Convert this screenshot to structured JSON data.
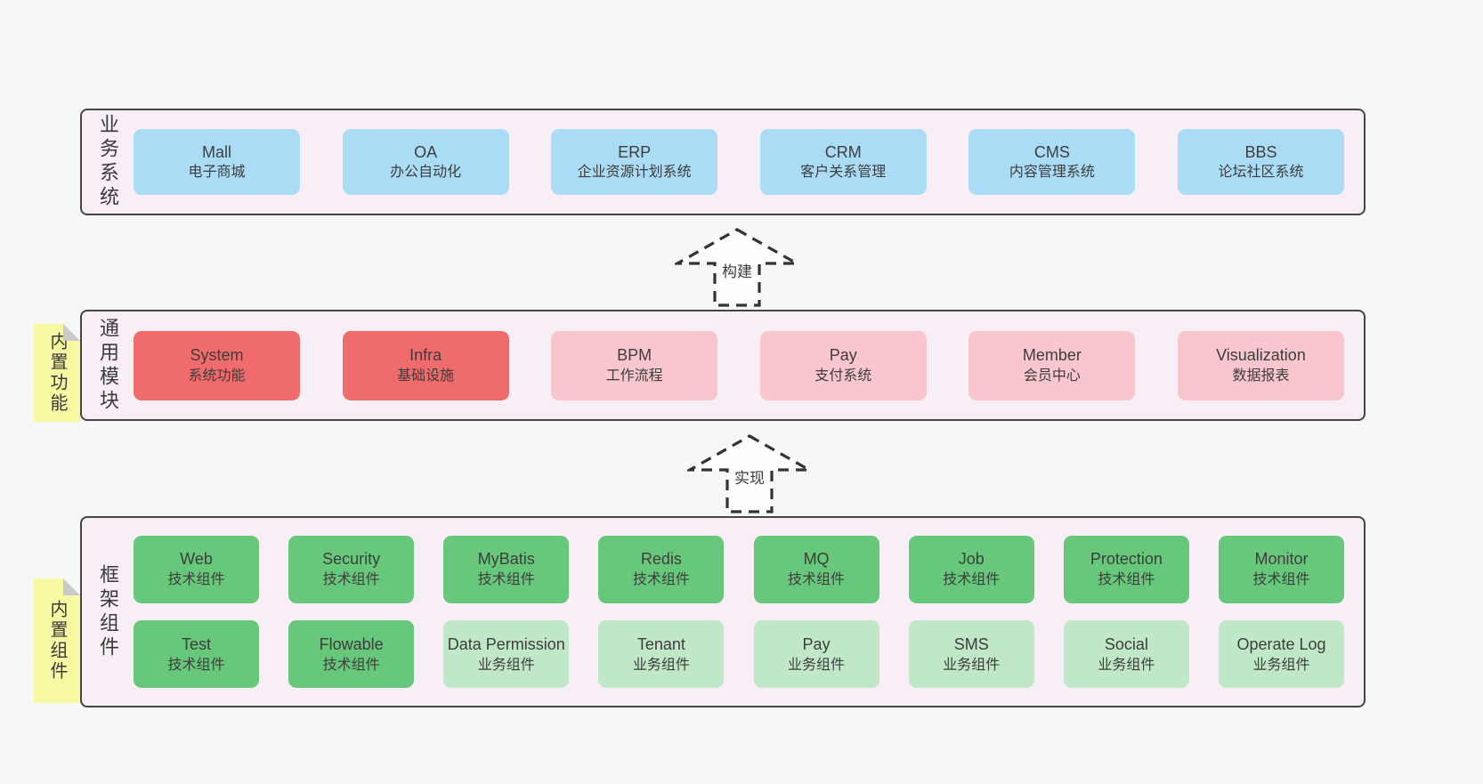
{
  "colors": {
    "page_bg": "#f7f7f7",
    "band_bg": "#f8eef6",
    "band_border": "#454545",
    "blue": "#abdcf5",
    "red": "#f06b6b",
    "pink": "#f9c6ce",
    "green": "#67c87b",
    "green_light": "#c1e7c9",
    "sticky_yellow": "#f8f9a3",
    "text": "#3d3d3d"
  },
  "business": {
    "label": "业务系统",
    "boxes": [
      {
        "name": "Mall",
        "desc": "电子商城"
      },
      {
        "name": "OA",
        "desc": "办公自动化"
      },
      {
        "name": "ERP",
        "desc": "企业资源计划系统"
      },
      {
        "name": "CRM",
        "desc": "客户关系管理"
      },
      {
        "name": "CMS",
        "desc": "内容管理系统"
      },
      {
        "name": "BBS",
        "desc": "论坛社区系统"
      }
    ]
  },
  "arrow_build": {
    "label": "构建"
  },
  "modules": {
    "sticky": "内置功能",
    "label": "通用模块",
    "boxes": [
      {
        "name": "System",
        "desc": "系统功能",
        "variant": "red"
      },
      {
        "name": "Infra",
        "desc": "基础设施",
        "variant": "red"
      },
      {
        "name": "BPM",
        "desc": "工作流程",
        "variant": "pink"
      },
      {
        "name": "Pay",
        "desc": "支付系统",
        "variant": "pink"
      },
      {
        "name": "Member",
        "desc": "会员中心",
        "variant": "pink"
      },
      {
        "name": "Visualization",
        "desc": "数据报表",
        "variant": "pink"
      }
    ]
  },
  "arrow_implement": {
    "label": "实现"
  },
  "components": {
    "sticky": "内置组件",
    "label": "框架组件",
    "row1": [
      {
        "name": "Web",
        "desc": "技术组件",
        "variant": "green"
      },
      {
        "name": "Security",
        "desc": "技术组件",
        "variant": "green"
      },
      {
        "name": "MyBatis",
        "desc": "技术组件",
        "variant": "green"
      },
      {
        "name": "Redis",
        "desc": "技术组件",
        "variant": "green"
      },
      {
        "name": "MQ",
        "desc": "技术组件",
        "variant": "green"
      },
      {
        "name": "Job",
        "desc": "技术组件",
        "variant": "green"
      },
      {
        "name": "Protection",
        "desc": "技术组件",
        "variant": "green"
      },
      {
        "name": "Monitor",
        "desc": "技术组件",
        "variant": "green"
      }
    ],
    "row2": [
      {
        "name": "Test",
        "desc": "技术组件",
        "variant": "green"
      },
      {
        "name": "Flowable",
        "desc": "技术组件",
        "variant": "green"
      },
      {
        "name": "Data Permission",
        "desc": "业务组件",
        "variant": "green-light"
      },
      {
        "name": "Tenant",
        "desc": "业务组件",
        "variant": "green-light"
      },
      {
        "name": "Pay",
        "desc": "业务组件",
        "variant": "green-light"
      },
      {
        "name": "SMS",
        "desc": "业务组件",
        "variant": "green-light"
      },
      {
        "name": "Social",
        "desc": "业务组件",
        "variant": "green-light"
      },
      {
        "name": "Operate Log",
        "desc": "业务组件",
        "variant": "green-light"
      }
    ]
  }
}
